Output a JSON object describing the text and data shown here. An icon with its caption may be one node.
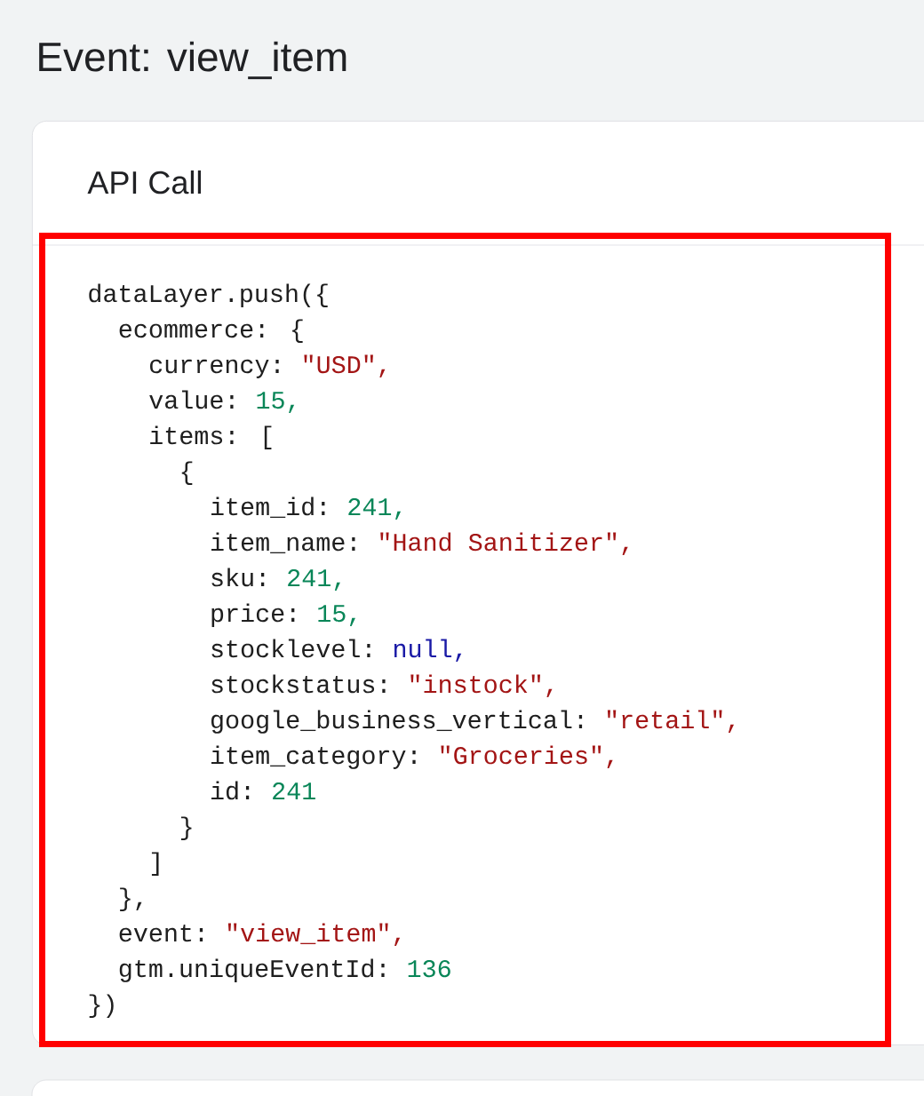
{
  "diagram": {
    "title": "Event: view_item",
    "nodes": [
      {
        "text": [
          "API Call"
        ]
      },
      {
        "text": [
          "dataLayer.push({",
          "ecommerce: {",
          "currency:",
          "\"USD\",",
          "value:",
          "15,",
          "items: [",
          "{",
          "item_id:",
          "241,",
          "item_name:",
          "\"Hand Sanitizer\",",
          "sku:",
          "241,",
          "price:",
          "15,",
          "stocklevel:",
          "null,",
          "stockstatus:",
          "\"instock\",",
          "google_business_vertical:",
          "\"retail\",",
          "item_category:",
          "\"Groceries\",",
          "id:",
          "241",
          "}",
          "]",
          "},",
          "event:",
          "\"view_item\",",
          "gtm.uniqueEventId:",
          "136",
          "})"
        ],
        "in": 0
      }
    ]
  }
}
